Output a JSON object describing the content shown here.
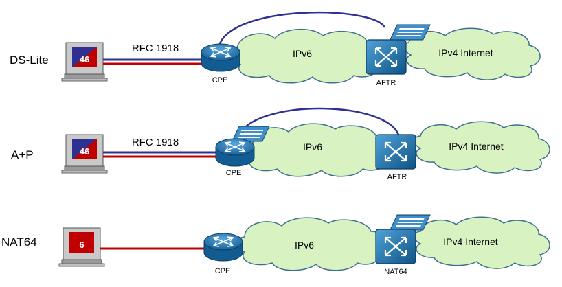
{
  "colors": {
    "cloud_fill": "#d9f2c2",
    "cloud_stroke": "#3f6f8f",
    "link_blue": "#2e3192",
    "link_red": "#c00000",
    "router_blue": "#1a6ea8",
    "screen_blue": "#2e3192",
    "screen_red": "#c00000"
  },
  "rows": [
    {
      "label": "DS-Lite",
      "screen_text": "46",
      "link_label": "RFC 1918",
      "cloud_ipv6": "IPv6",
      "cloud_ipv4": "IPv4 Internet",
      "cpe_label": "CPE",
      "gateway_label": "AFTR"
    },
    {
      "label": "A+P",
      "screen_text": "46",
      "link_label": "RFC 1918",
      "cloud_ipv6": "IPv6",
      "cloud_ipv4": "IPv4 Internet",
      "cpe_label": "CPE",
      "gateway_label": "AFTR"
    },
    {
      "label": "NAT64",
      "screen_text": "6",
      "cloud_ipv6": "IPv6",
      "cloud_ipv4": "IPv4 Internet",
      "cpe_label": "CPE",
      "gateway_label": "NAT64"
    }
  ]
}
